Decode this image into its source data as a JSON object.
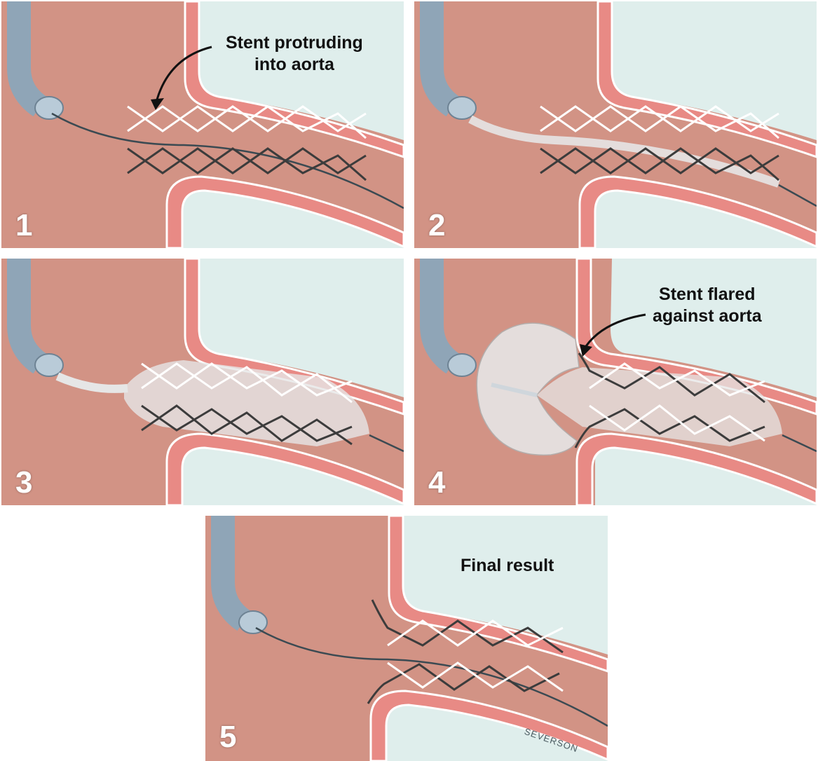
{
  "panels": [
    {
      "step": "1",
      "callout": [
        "Stent protruding",
        "into aorta"
      ]
    },
    {
      "step": "2",
      "callout": []
    },
    {
      "step": "3",
      "callout": []
    },
    {
      "step": "4",
      "callout": [
        "Stent flared",
        "against aorta"
      ]
    },
    {
      "step": "5",
      "callout": [
        "Final result"
      ]
    }
  ],
  "signature": "SEVERSON",
  "colors": {
    "tissue": "#d79a8c",
    "tissue_dark": "#bf7a6e",
    "vessel_wall": "#e88a85",
    "vessel_wall_edge": "#ffffff",
    "aorta_lumen": "#dfeeec",
    "catheter": "#8fa5b7",
    "stent_light": "#ffffff",
    "stent_dark": "#3c3c3c",
    "balloon": "#e6e6e6"
  }
}
